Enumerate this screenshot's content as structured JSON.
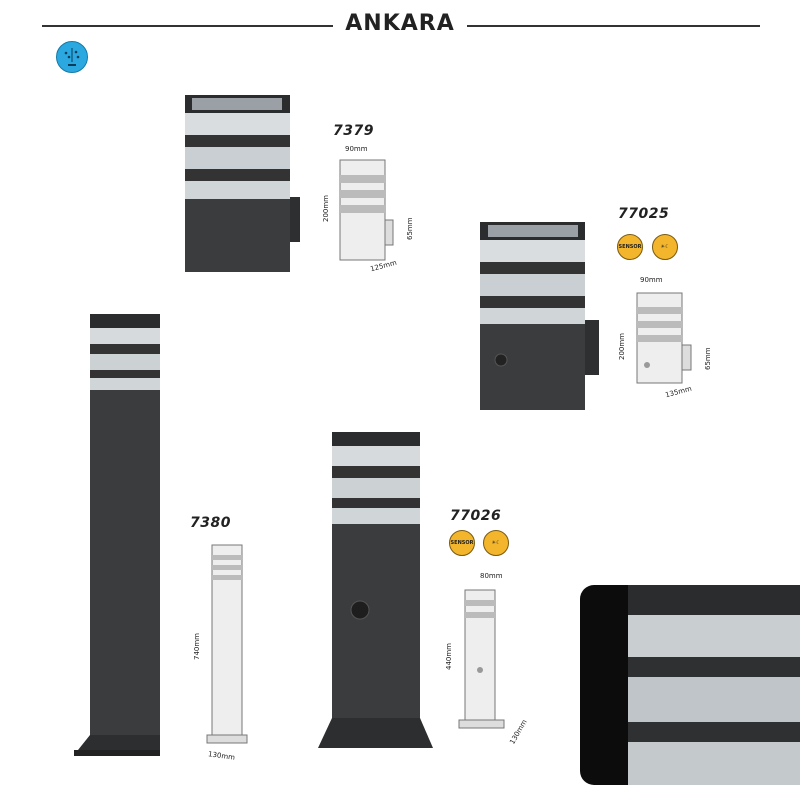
{
  "header": {
    "title": "ANKARA"
  },
  "colors": {
    "body": "#3b3c3e",
    "badge": "#f2b52b",
    "ip_icon": "#2aa8df"
  },
  "icons": [
    "ip-rating-icon",
    "sensor-icon",
    "day-night-icon"
  ],
  "products": [
    {
      "code": "7379",
      "dims": {
        "width": "90mm",
        "height": "200mm",
        "depth": "125mm",
        "mount": "65mm"
      }
    },
    {
      "code": "77025",
      "badges": [
        "SENSOR"
      ],
      "dims": {
        "width": "90mm",
        "height": "200mm",
        "depth": "135mm",
        "mount": "65mm"
      }
    },
    {
      "code": "7380",
      "dims": {
        "height": "740mm",
        "base": "130mm"
      }
    },
    {
      "code": "77026",
      "badges": [
        "SENSOR"
      ],
      "dims": {
        "width": "80mm",
        "height": "440mm",
        "base": "130mm"
      }
    }
  ]
}
